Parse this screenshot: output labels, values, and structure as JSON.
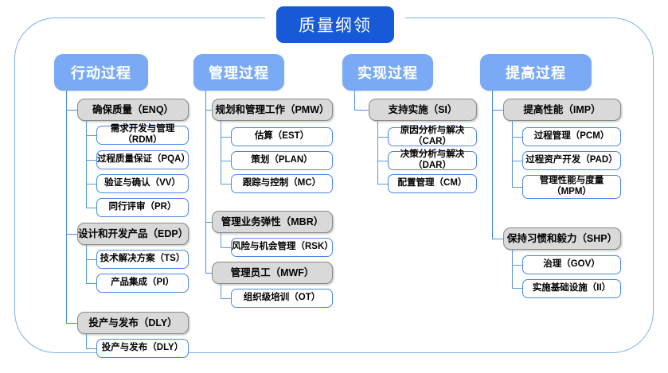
{
  "diagram": {
    "title": "质量纲领",
    "colors": {
      "root_fill": "#1759d6",
      "column_header_fill": "#7aaaf5",
      "group_fill": "#d9d9d9",
      "group_border": "#8a8a8a",
      "leaf_border": "#4a86e8",
      "connector": "#4a90e2",
      "frame_border": "#7fb0ef",
      "background": "#ffffff"
    },
    "columns": [
      {
        "header": "行动过程",
        "groups": [
          {
            "label": "确保质量（ENQ）",
            "items": [
              "需求开发与管理（RDM）",
              "过程质量保证（PQA）",
              "验证与确认（VV）",
              "同行评审（PR）"
            ]
          },
          {
            "label": "设计和开发产品（EDP）",
            "items": [
              "技术解决方案（TS）",
              "产品集成（PI）"
            ]
          },
          {
            "label": "投产与发布（DLY）",
            "items": [
              "投产与发布（DLY）"
            ]
          }
        ]
      },
      {
        "header": "管理过程",
        "groups": [
          {
            "label": "规划和管理工作（PMW）",
            "items": [
              "估算（EST）",
              "策划（PLAN）",
              "跟踪与控制（MC）"
            ]
          },
          {
            "label": "管理业务弹性（MBR）",
            "items": [
              "风险与机会管理（RSK）"
            ]
          },
          {
            "label": "管理员工（MWF）",
            "items": [
              "组织级培训（OT）"
            ]
          }
        ]
      },
      {
        "header": "实现过程",
        "groups": [
          {
            "label": "支持实施（SI）",
            "items": [
              "原因分析与解决（CAR）",
              "决策分析与解决（DAR）",
              "配置管理（CM）"
            ]
          }
        ]
      },
      {
        "header": "提高过程",
        "groups": [
          {
            "label": "提高性能（IMP）",
            "items": [
              "过程管理（PCM）",
              "过程资产开发（PAD）",
              "管理性能与度量\n（MPM）"
            ]
          },
          {
            "label": "保持习惯和毅力（SHP）",
            "items": [
              "治理（GOV）",
              "实施基础设施（II）"
            ]
          }
        ]
      }
    ]
  }
}
